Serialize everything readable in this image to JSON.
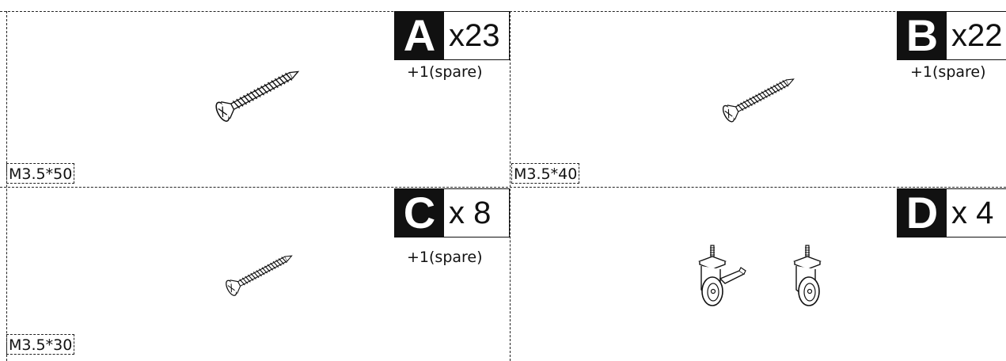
{
  "parts": [
    {
      "letter": "A",
      "count": "x23",
      "spare": "+1(spare)",
      "size": "M3.5*50",
      "icon": "screw-icon"
    },
    {
      "letter": "B",
      "count": "x22",
      "spare": "+1(spare)",
      "size": "M3.5*40",
      "icon": "screw-icon"
    },
    {
      "letter": "C",
      "count": "x 8",
      "spare": "+1(spare)",
      "size": "M3.5*30",
      "icon": "screw-icon"
    },
    {
      "letter": "D",
      "count": "x 4",
      "spare": "",
      "size": "",
      "icon": "caster-wheel-icon"
    }
  ]
}
